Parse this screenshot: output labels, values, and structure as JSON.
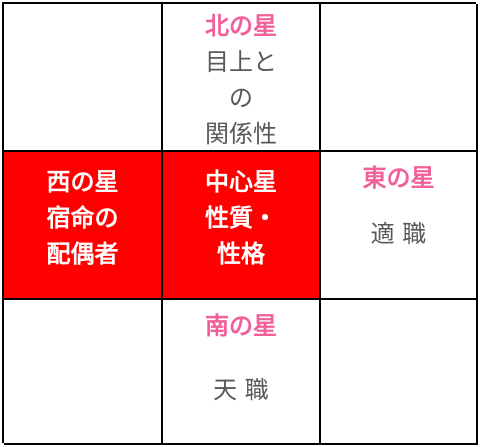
{
  "north": {
    "title": "北の星",
    "lines": [
      "目上と",
      "の",
      "関係性"
    ]
  },
  "west": {
    "lines": [
      "西の星",
      "宿命の",
      "配偶者"
    ]
  },
  "center": {
    "lines": [
      "中心星",
      "性質・",
      "性格"
    ]
  },
  "east": {
    "title": "東の星",
    "label": "適 職"
  },
  "south": {
    "title": "南の星",
    "label": "天 職"
  },
  "colors": {
    "accent_red": "#ff0000",
    "title_pink": "#f2609a",
    "text_gray": "#595959",
    "grid_line": "#000000"
  }
}
